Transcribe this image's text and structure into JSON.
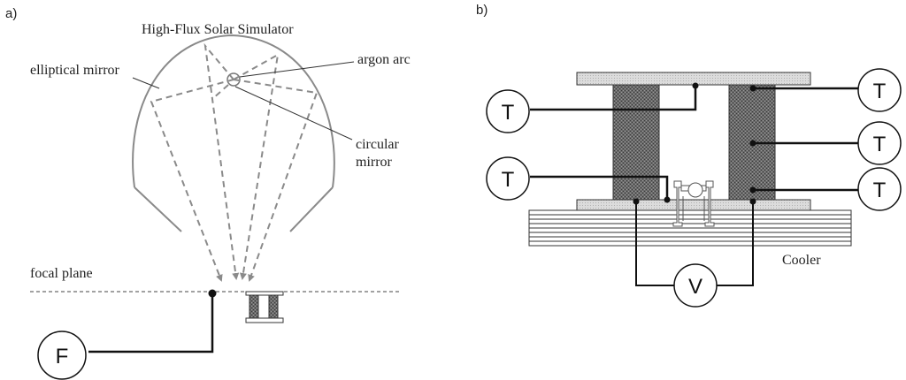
{
  "panel_a": {
    "label": "a)",
    "title": "High-Flux Solar Simulator",
    "labels": {
      "elliptical_mirror": "elliptical mirror",
      "argon_arc": "argon arc",
      "circular_mirror_line1": "circular",
      "circular_mirror_line2": "mirror",
      "focal_plane": "focal plane"
    },
    "flux_sensor": "F"
  },
  "panel_b": {
    "label": "b)",
    "cooler": "Cooler",
    "thermocouple": "T",
    "voltmeter": "V"
  },
  "colors": {
    "line": "#111111",
    "mirror": "#8a8a8a",
    "ray": "#8a8a8a",
    "plate": "#d4d4d4",
    "leg": "#555555"
  }
}
